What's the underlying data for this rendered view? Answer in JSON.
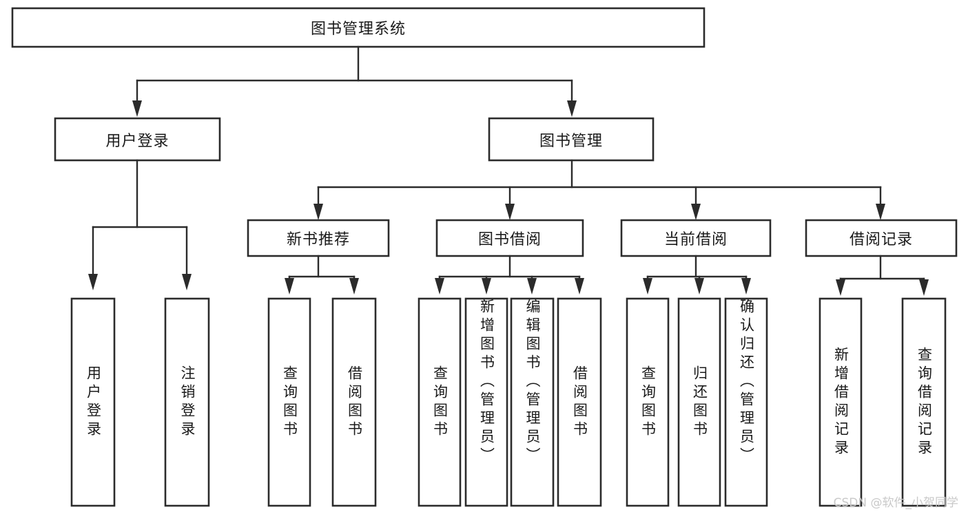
{
  "diagram": {
    "type": "tree",
    "title": "图书管理系统",
    "orientation": "top-down",
    "levels": 4,
    "colors": {
      "box_fill": "#ffffff",
      "box_stroke": "#2b2b2b",
      "connector": "#2b2b2b",
      "text": "#1a1a1a",
      "watermark": "#c9c9c9",
      "background": "#ffffff"
    },
    "root": {
      "label": "图书管理系统"
    },
    "level2": [
      {
        "label": "用户登录"
      },
      {
        "label": "图书管理"
      }
    ],
    "level3": [
      {
        "label": "新书推荐"
      },
      {
        "label": "图书借阅"
      },
      {
        "label": "当前借阅"
      },
      {
        "label": "借阅记录"
      }
    ],
    "leaves": {
      "user_login": [
        {
          "label": "用户登录"
        },
        {
          "label": "注销登录"
        }
      ],
      "new_book_recommend": [
        {
          "label": "查询图书"
        },
        {
          "label": "借阅图书"
        }
      ],
      "book_borrow": [
        {
          "label": "查询图书"
        },
        {
          "label": "新增图书（管理员）"
        },
        {
          "label": "编辑图书（管理员）"
        },
        {
          "label": "借阅图书"
        }
      ],
      "current_borrow": [
        {
          "label": "查询图书"
        },
        {
          "label": "归还图书"
        },
        {
          "label": "确认归还（管理员）"
        }
      ],
      "borrow_record": [
        {
          "label": "新增借阅记录"
        },
        {
          "label": "查询借阅记录"
        }
      ]
    }
  },
  "watermark": {
    "text": "CSDN @软件_小贺同学"
  }
}
